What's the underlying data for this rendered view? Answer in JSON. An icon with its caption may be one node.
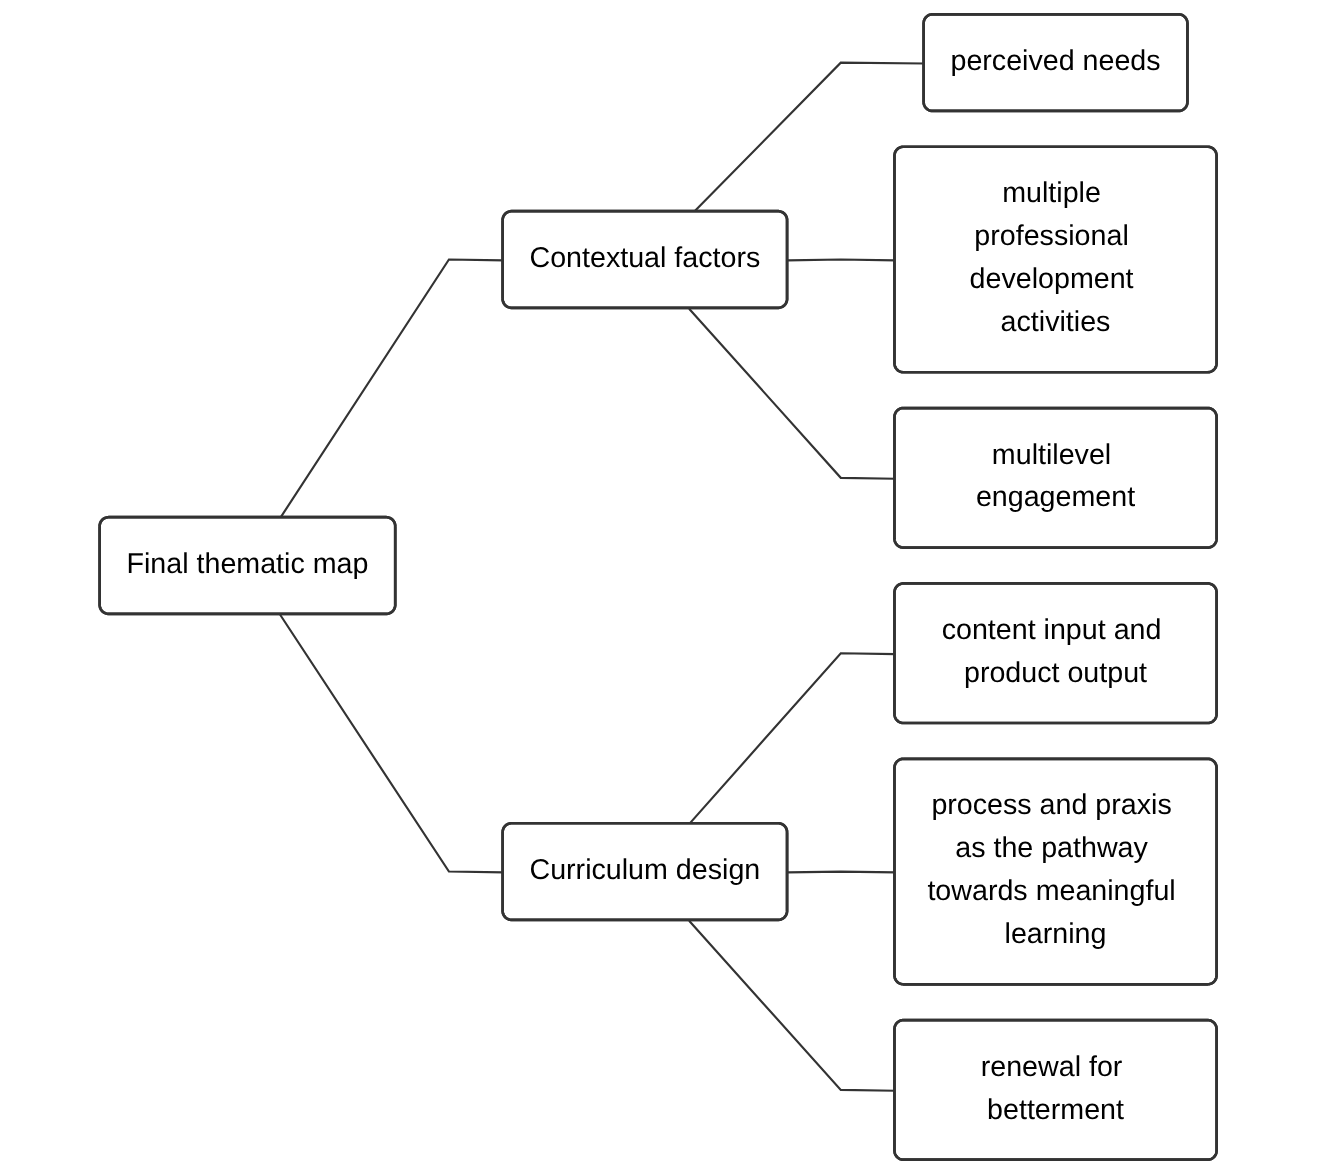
{
  "diagram": {
    "nodes": [
      {
        "text": [
          "Final thematic map"
        ]
      },
      {
        "text": [
          "Contextual factors"
        ]
      },
      {
        "text": [
          "Curriculum design"
        ]
      },
      {
        "text": [
          "perceived needs"
        ]
      },
      {
        "text": [
          "multiple professional development activities"
        ]
      },
      {
        "text": [
          "multilevel engagement"
        ]
      },
      {
        "text": [
          "content input and product output"
        ]
      },
      {
        "text": [
          "process and praxis as the pathway towards meaningful learning"
        ]
      },
      {
        "text": [
          "renewal for betterment"
        ]
      }
    ],
    "edges": [
      {
        "from": 0,
        "to": 1,
        "arrow": "none"
      },
      {
        "from": 0,
        "to": 2,
        "arrow": "none"
      },
      {
        "from": 1,
        "to": 3,
        "arrow": "none"
      },
      {
        "from": 1,
        "to": 4,
        "arrow": "none"
      },
      {
        "from": 1,
        "to": 5,
        "arrow": "none"
      },
      {
        "from": 2,
        "to": 6,
        "arrow": "none"
      },
      {
        "from": 2,
        "to": 7,
        "arrow": "none"
      },
      {
        "from": 2,
        "to": 8,
        "arrow": "none"
      }
    ]
  }
}
